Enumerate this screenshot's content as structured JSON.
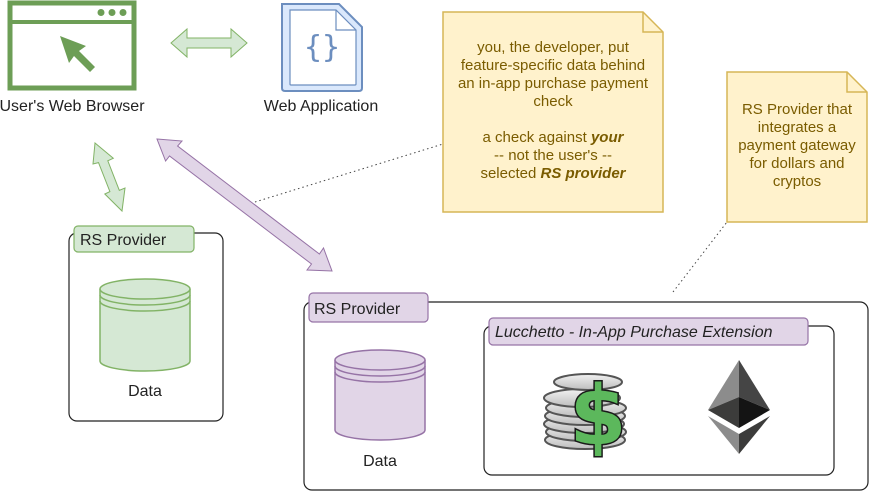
{
  "browser": {
    "label": "User's Web Browser"
  },
  "webapp": {
    "label": "Web Application"
  },
  "note_developer": {
    "lines": [
      [
        {
          "t": "you, the developer, put"
        }
      ],
      [
        {
          "t": "feature-specific data behind"
        }
      ],
      [
        {
          "t": "an in-app purchase payment"
        }
      ],
      [
        {
          "t": "check"
        }
      ],
      [],
      [
        {
          "t": "a check against "
        },
        {
          "t": "your",
          "b": true
        }
      ],
      [
        {
          "t": "-- not the user's --"
        }
      ],
      [
        {
          "t": "selected "
        },
        {
          "t": "RS provider",
          "b": true
        }
      ]
    ]
  },
  "note_provider": {
    "lines": [
      [
        {
          "t": "RS Provider that"
        }
      ],
      [
        {
          "t": "integrates a"
        }
      ],
      [
        {
          "t": "payment gateway"
        }
      ],
      [
        {
          "t": "for dollars and"
        }
      ],
      [
        {
          "t": "cryptos"
        }
      ]
    ]
  },
  "user_provider": {
    "title": "RS Provider",
    "data_label": "Data"
  },
  "dev_provider": {
    "title": "RS Provider",
    "data_label": "Data",
    "extension_title": "Lucchetto - In-App Purchase Extension"
  },
  "colors": {
    "green_fill": "#d5e8d4",
    "green_stroke": "#82b366",
    "purple_fill": "#e1d5e7",
    "purple_stroke": "#9673a6",
    "blue_fill": "#dae8fc",
    "blue_stroke": "#6c8ebf",
    "note_fill": "#fff2cc",
    "note_stroke": "#d6b656",
    "browser_green": "#6d9e56"
  },
  "icons": [
    "browser-icon",
    "code-file-icon",
    "database-icon",
    "dollar-coins-icon",
    "ethereum-icon"
  ]
}
